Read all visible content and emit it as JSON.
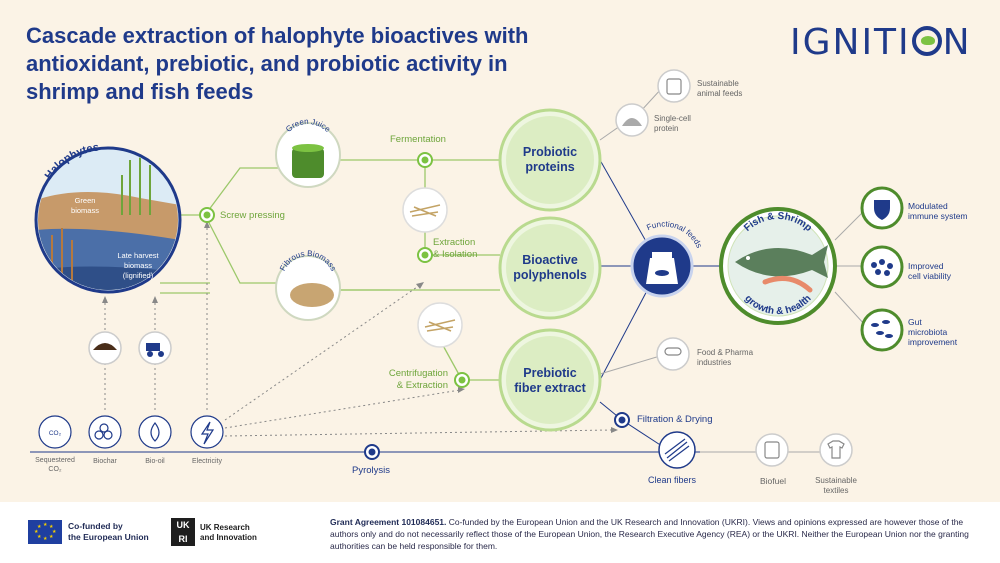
{
  "title": "Cascade extraction of halophyte bioactives with antioxidant, prebiotic, and probiotic activity in shrimp and fish feeds",
  "logo": {
    "part1": "IGNITI",
    "part2": "N"
  },
  "colors": {
    "navy": "#1f3a8a",
    "green": "#7cc242",
    "dark_green": "#4e8c2c",
    "bg": "#fbf3e6"
  },
  "halophytes": {
    "title": "Halophytes",
    "green_biomass": [
      "Green",
      "biomass"
    ],
    "late_harvest": [
      "Late harvest",
      "biomass",
      "(lignified)"
    ]
  },
  "steps": {
    "screw_pressing": "Screw pressing",
    "fermentation": "Fermentation",
    "extraction_isolation": [
      "Extraction",
      "& Isolation"
    ],
    "centrifugation_extraction": [
      "Centrifugation",
      "& Extraction"
    ],
    "pyrolysis": "Pyrolysis",
    "filtration_drying": "Filtration & Drying",
    "functional_feeds": "Functional feeds"
  },
  "intermediates": {
    "green_juice": "Green Juice",
    "fibrous_biomass": "Fibrous Biomass"
  },
  "products": {
    "probiotic": [
      "Probiotic",
      "proteins"
    ],
    "polyphenols": [
      "Bioactive",
      "polyphenols"
    ],
    "fiber": [
      "Prebiotic",
      "fiber extract"
    ]
  },
  "outputs": {
    "sustainable_feeds": [
      "Sustainable",
      "animal feeds"
    ],
    "single_cell": [
      "Single-cell",
      "protein"
    ],
    "food_pharma": [
      "Food & Pharma",
      "industries"
    ],
    "clean_fibers": "Clean fibers",
    "biofuel": "Biofuel",
    "textiles": [
      "Sustainable",
      "textiles"
    ]
  },
  "fish": {
    "top": "Fish & Shrimp",
    "bottom": "growth & health"
  },
  "benefits": {
    "immune": [
      "Modulated",
      "immune system"
    ],
    "cell": [
      "Improved",
      "cell viability"
    ],
    "gut": [
      "Gut",
      "microbiota",
      "improvement"
    ]
  },
  "byproducts": {
    "co2": [
      "Sequestered",
      "CO₂"
    ],
    "co2_icon": "CO₂",
    "biochar": "Biochar",
    "biooil": "Bio-oil",
    "electricity": "Electricity"
  },
  "footer": {
    "eu": [
      "Co-funded by",
      "the European Union"
    ],
    "ukri_logo": [
      "UK",
      "RI"
    ],
    "ukri": [
      "UK Research",
      "and Innovation"
    ],
    "grant_bold": "Grant Agreement 101084651.",
    "grant_text": " Co-funded by the European Union and the UK Research and Innovation (UKRI). Views and opinions expressed are however those of the authors only and do not necessarily reflect those of the European Union, the Research Executive Agency (REA) or the UKRI. Neither the European Union nor the granting authorities can be held responsible for them."
  }
}
